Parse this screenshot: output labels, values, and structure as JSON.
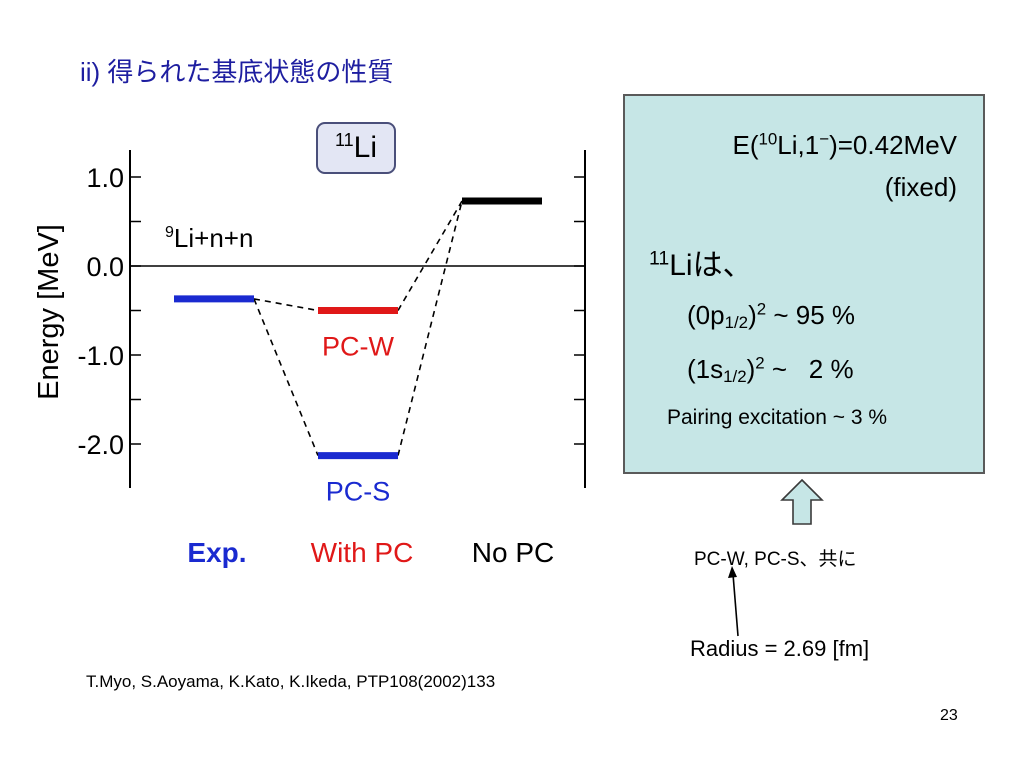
{
  "slide": {
    "title": "ii) 得られた基底状態の性質",
    "page_number": "23",
    "reference": "T.Myo, S.Aoyama, K.Kato, K.Ikeda, PTP108(2002)133"
  },
  "nucleus_box": {
    "mass_number": "11",
    "element": "Li"
  },
  "info_panel": {
    "e10li": {
      "prefix": "E(",
      "mass": "10",
      "body": "Li,1",
      "sup_minus": "−",
      "suffix": ")=0.42MeV"
    },
    "fixed": "(fixed)",
    "li11": {
      "mass": "11",
      "text": "Liは、"
    },
    "config_0p": {
      "open": "(0p",
      "sub": "1/2",
      "close": ")",
      "sup": "2",
      "value": " ~ 95 %"
    },
    "config_1s": {
      "open": "(1s",
      "sub": "1/2",
      "close": ")",
      "sup": "2",
      "value": " ~   2 %"
    },
    "pairing": "Pairing excitation ~ 3 %"
  },
  "pc_note": "PC-W, PC-S、共に",
  "radius_label": "Radius = 2.69 [fm]",
  "colors": {
    "title": "#1e1ea0",
    "exp": "#1a2ad0",
    "with_pc": "#e01818",
    "no_pc": "#000000",
    "pc_w": "#e01818",
    "pc_s": "#1a2ad0",
    "panel_bg": "#c6e6e6",
    "arrow_fill": "#c6e6e6"
  },
  "chart_data": {
    "type": "energy-level diagram",
    "ylabel": "Energy [MeV]",
    "ylim": [
      -2.4,
      1.05
    ],
    "yticks": [
      1.0,
      0.0,
      -1.0,
      -2.0
    ],
    "ytick_labels": [
      "1.0",
      "0.0",
      "-1.0",
      "-2.0"
    ],
    "threshold_label": {
      "mass": "9",
      "text": "Li+n+n"
    },
    "columns": [
      {
        "key": "exp",
        "label": "Exp.",
        "color": "#1a2ad0",
        "bold": true
      },
      {
        "key": "with_pc",
        "label": "With PC",
        "color": "#e01818",
        "bold": false
      },
      {
        "key": "no_pc",
        "label": "No PC",
        "color": "#000000",
        "bold": false
      }
    ],
    "levels": [
      {
        "name": "exp",
        "column": 0,
        "energy": -0.37,
        "color": "#1a2ad0",
        "label": ""
      },
      {
        "name": "pc-w",
        "column": 1,
        "energy": -0.5,
        "color": "#e01818",
        "label": "PC-W"
      },
      {
        "name": "pc-s",
        "column": 1,
        "energy": -2.13,
        "color": "#1a2ad0",
        "label": "PC-S"
      },
      {
        "name": "no-pc",
        "column": 2,
        "energy": 0.73,
        "color": "#000000",
        "label": ""
      }
    ],
    "connections": [
      [
        "exp",
        "pc-w"
      ],
      [
        "exp",
        "pc-s"
      ],
      [
        "pc-w",
        "no-pc"
      ],
      [
        "pc-s",
        "no-pc"
      ]
    ]
  }
}
